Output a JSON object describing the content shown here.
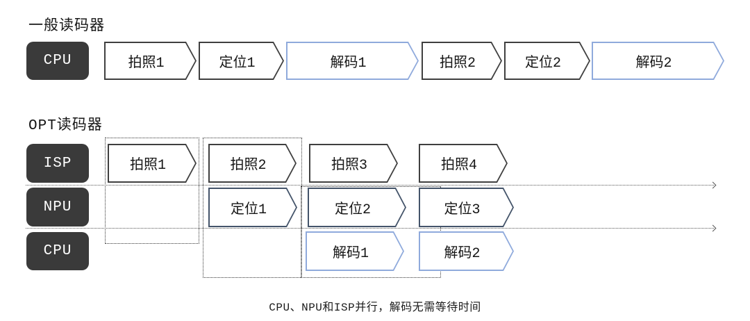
{
  "colors": {
    "chip_background": "#3a3a3a",
    "chip_text": "#ffffff",
    "border_dark": "#3f3f3f",
    "border_blue": "#44546a",
    "border_light_blue": "#8faadc",
    "dotted_line": "#555555"
  },
  "general_section": {
    "title": "一般读码器",
    "lane_label": "CPU",
    "blocks": [
      {
        "label": "拍照1",
        "style": "dark"
      },
      {
        "label": "定位1",
        "style": "dark"
      },
      {
        "label": "解码1",
        "style": "light_blue"
      },
      {
        "label": "拍照2",
        "style": "dark"
      },
      {
        "label": "定位2",
        "style": "dark"
      },
      {
        "label": "解码2",
        "style": "light_blue"
      }
    ]
  },
  "opt_section": {
    "title": "OPT读码器",
    "lanes": [
      {
        "label": "ISP",
        "blocks": [
          {
            "label": "拍照1",
            "style": "dark"
          },
          {
            "label": "拍照2",
            "style": "dark"
          },
          {
            "label": "拍照3",
            "style": "dark"
          },
          {
            "label": "拍照4",
            "style": "dark"
          }
        ]
      },
      {
        "label": "NPU",
        "blocks": [
          {
            "label": "定位1",
            "style": "blue"
          },
          {
            "label": "定位2",
            "style": "blue"
          },
          {
            "label": "定位3",
            "style": "blue"
          }
        ]
      },
      {
        "label": "CPU",
        "blocks": [
          {
            "label": "解码1",
            "style": "light_blue"
          },
          {
            "label": "解码2",
            "style": "light_blue"
          }
        ]
      }
    ]
  },
  "caption": "CPU、NPU和ISP并行，解码无需等待时间"
}
